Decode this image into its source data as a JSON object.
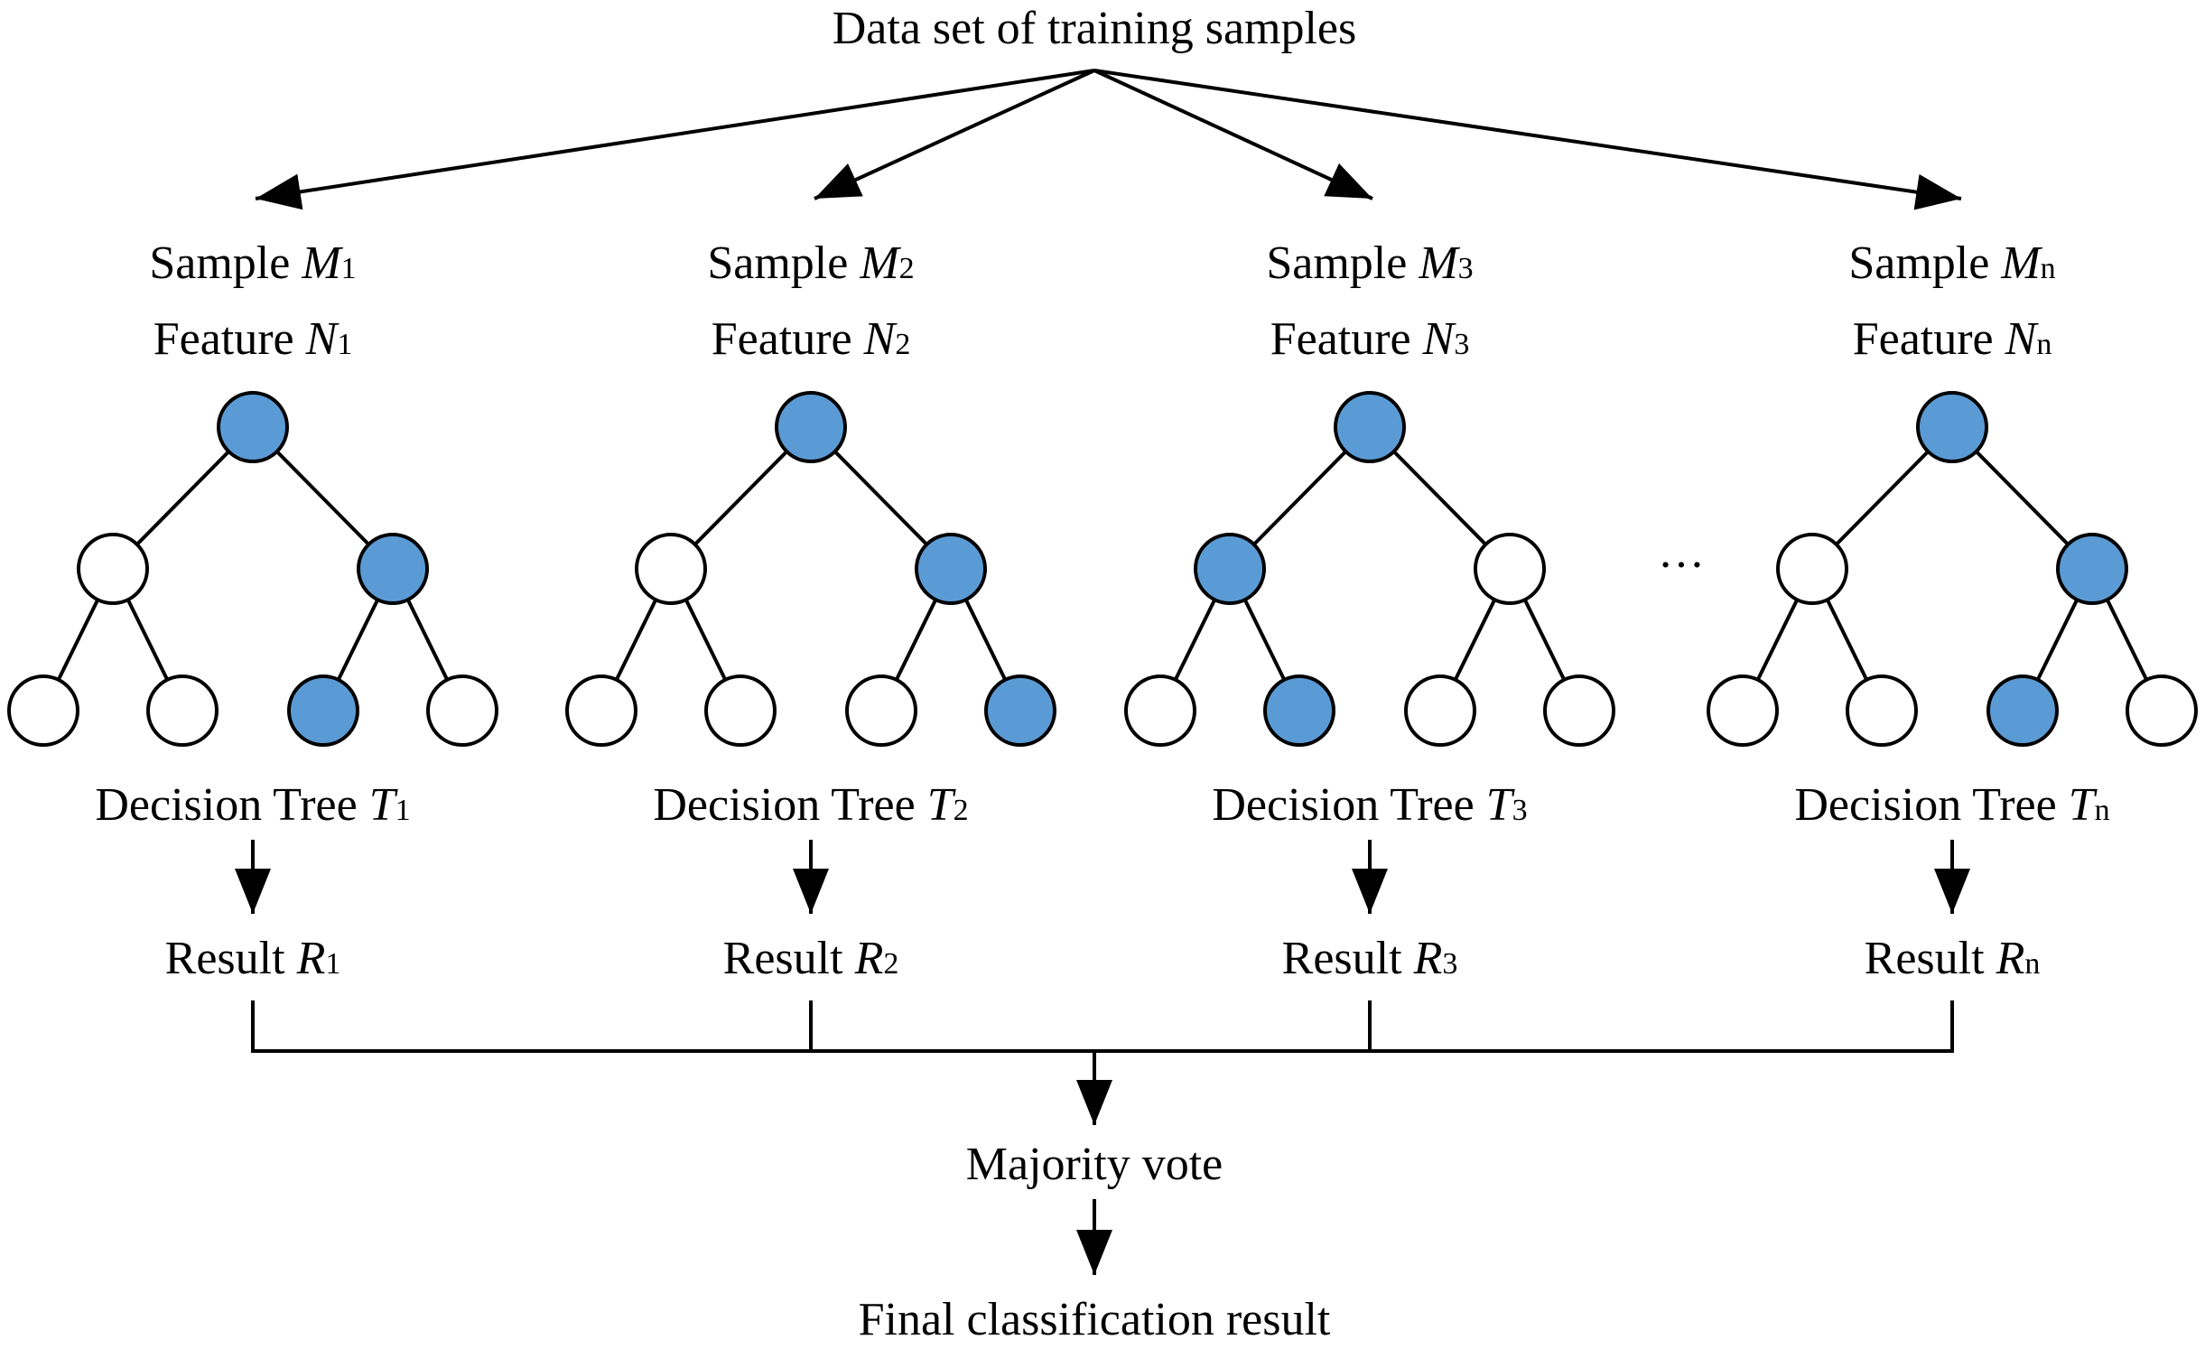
{
  "header": "Data set of training samples",
  "colors": {
    "filled_node": "#5b9bd5",
    "empty_node": "#ffffff",
    "line": "#000000"
  },
  "trees": [
    {
      "sample_prefix": "Sample ",
      "sample_var": "M",
      "sample_sub": "1",
      "feature_prefix": "Feature ",
      "feature_var": "N",
      "feature_sub": "1",
      "tree_prefix": "Decision Tree ",
      "tree_var": "T",
      "tree_sub": "1",
      "result_prefix": "Result ",
      "result_var": "R",
      "result_sub": "1",
      "filled_nodes": [
        "root",
        "R",
        "RL"
      ]
    },
    {
      "sample_prefix": "Sample ",
      "sample_var": "M",
      "sample_sub": "2",
      "feature_prefix": "Feature ",
      "feature_var": "N",
      "feature_sub": "2",
      "tree_prefix": "Decision Tree ",
      "tree_var": "T",
      "tree_sub": "2",
      "result_prefix": "Result ",
      "result_var": "R",
      "result_sub": "2",
      "filled_nodes": [
        "root",
        "R",
        "RR"
      ]
    },
    {
      "sample_prefix": "Sample ",
      "sample_var": "M",
      "sample_sub": "3",
      "feature_prefix": "Feature ",
      "feature_var": "N",
      "feature_sub": "3",
      "tree_prefix": "Decision Tree ",
      "tree_var": "T",
      "tree_sub": "3",
      "result_prefix": "Result ",
      "result_var": "R",
      "result_sub": "3",
      "filled_nodes": [
        "root",
        "L",
        "LR"
      ]
    },
    {
      "sample_prefix": "Sample ",
      "sample_var": "M",
      "sample_sub": "n",
      "feature_prefix": "Feature ",
      "feature_var": "N",
      "feature_sub": "n",
      "tree_prefix": "Decision Tree ",
      "tree_var": "T",
      "tree_sub": "n",
      "result_prefix": "Result ",
      "result_var": "R",
      "result_sub": "n",
      "filled_nodes": [
        "root",
        "R",
        "RL"
      ]
    }
  ],
  "ellipsis": "…",
  "vote_label": "Majority vote",
  "final_label": "Final classification result"
}
